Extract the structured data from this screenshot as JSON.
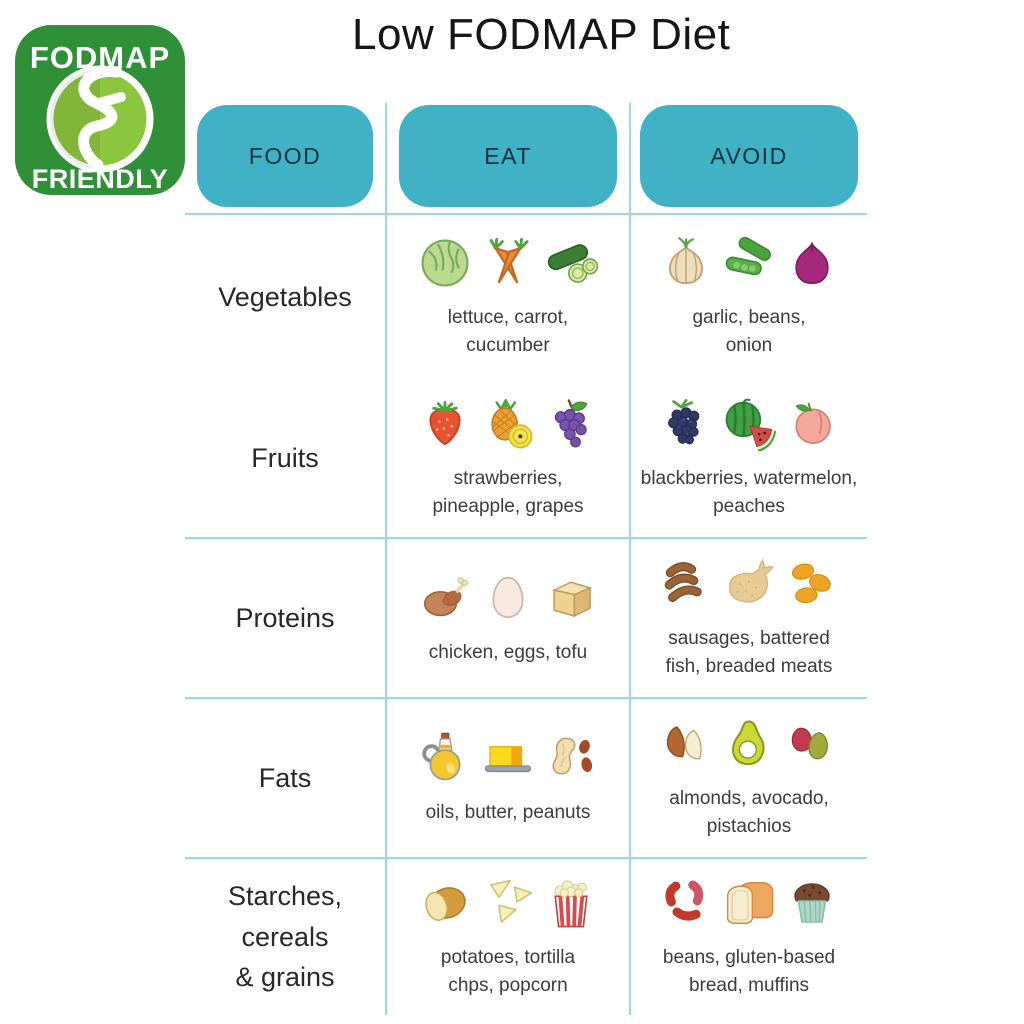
{
  "page": {
    "title": "Low FODMAP Diet"
  },
  "logo": {
    "top": "FODMAP",
    "bottom": "FRIENDLY"
  },
  "colors": {
    "header_pill": "#41b2c6",
    "grid_line": "#9bd7e5",
    "logo_green": "#2f9038",
    "logo_inner_green": "#8cc63e",
    "title_text": "#161616"
  },
  "table": {
    "headers": [
      {
        "label": "FOOD"
      },
      {
        "label": "EAT"
      },
      {
        "label": "AVOID"
      }
    ],
    "rows": [
      {
        "food": "Vegetables",
        "eat": {
          "caption": "lettuce, carrot,\ncucumber",
          "icons": [
            "lettuce",
            "carrot",
            "cucumber"
          ]
        },
        "avoid": {
          "caption": "garlic, beans,\nonion",
          "icons": [
            "garlic",
            "green-beans",
            "onion"
          ]
        }
      },
      {
        "food": "Fruits",
        "eat": {
          "caption": "strawberries,\npineapple, grapes",
          "icons": [
            "strawberry",
            "pineapple",
            "grapes"
          ]
        },
        "avoid": {
          "caption": "blackberries, watermelon,\npeaches",
          "icons": [
            "blackberry",
            "watermelon",
            "peach"
          ]
        }
      },
      {
        "food": "Proteins",
        "eat": {
          "caption": "chicken, eggs, tofu",
          "icons": [
            "chicken",
            "egg",
            "tofu"
          ]
        },
        "avoid": {
          "caption": "sausages, battered\nfish, breaded meats",
          "icons": [
            "sausages",
            "battered-fish",
            "breaded-meats"
          ]
        }
      },
      {
        "food": "Fats",
        "eat": {
          "caption": "oils, butter, peanuts",
          "icons": [
            "oil",
            "butter",
            "peanuts"
          ]
        },
        "avoid": {
          "caption": "almonds, avocado,\npistachios",
          "icons": [
            "almonds",
            "avocado",
            "pistachios"
          ]
        }
      },
      {
        "food": "Starches,\ncereals\n& grains",
        "eat": {
          "caption": "potatoes, tortilla\nchps, popcorn",
          "icons": [
            "potato",
            "tortilla-chips",
            "popcorn"
          ]
        },
        "avoid": {
          "caption": "beans, gluten-based\nbread, muffins",
          "icons": [
            "kidney-beans",
            "bread",
            "muffin"
          ]
        }
      }
    ]
  }
}
